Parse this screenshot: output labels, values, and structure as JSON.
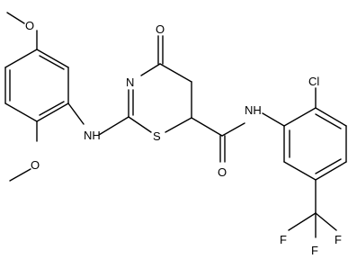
{
  "molecule": {
    "atoms": {
      "o_methoxy_top": "O",
      "n_ring": "N",
      "o_carbonyl_ring": "O",
      "nh_aniline": "NH",
      "s_ring": "S",
      "nh_amide": "NH",
      "cl": "Cl",
      "o_methoxy_bottom": "O",
      "o_amide": "O",
      "f_left": "F",
      "f_right": "F",
      "f_bottom": "F"
    }
  }
}
